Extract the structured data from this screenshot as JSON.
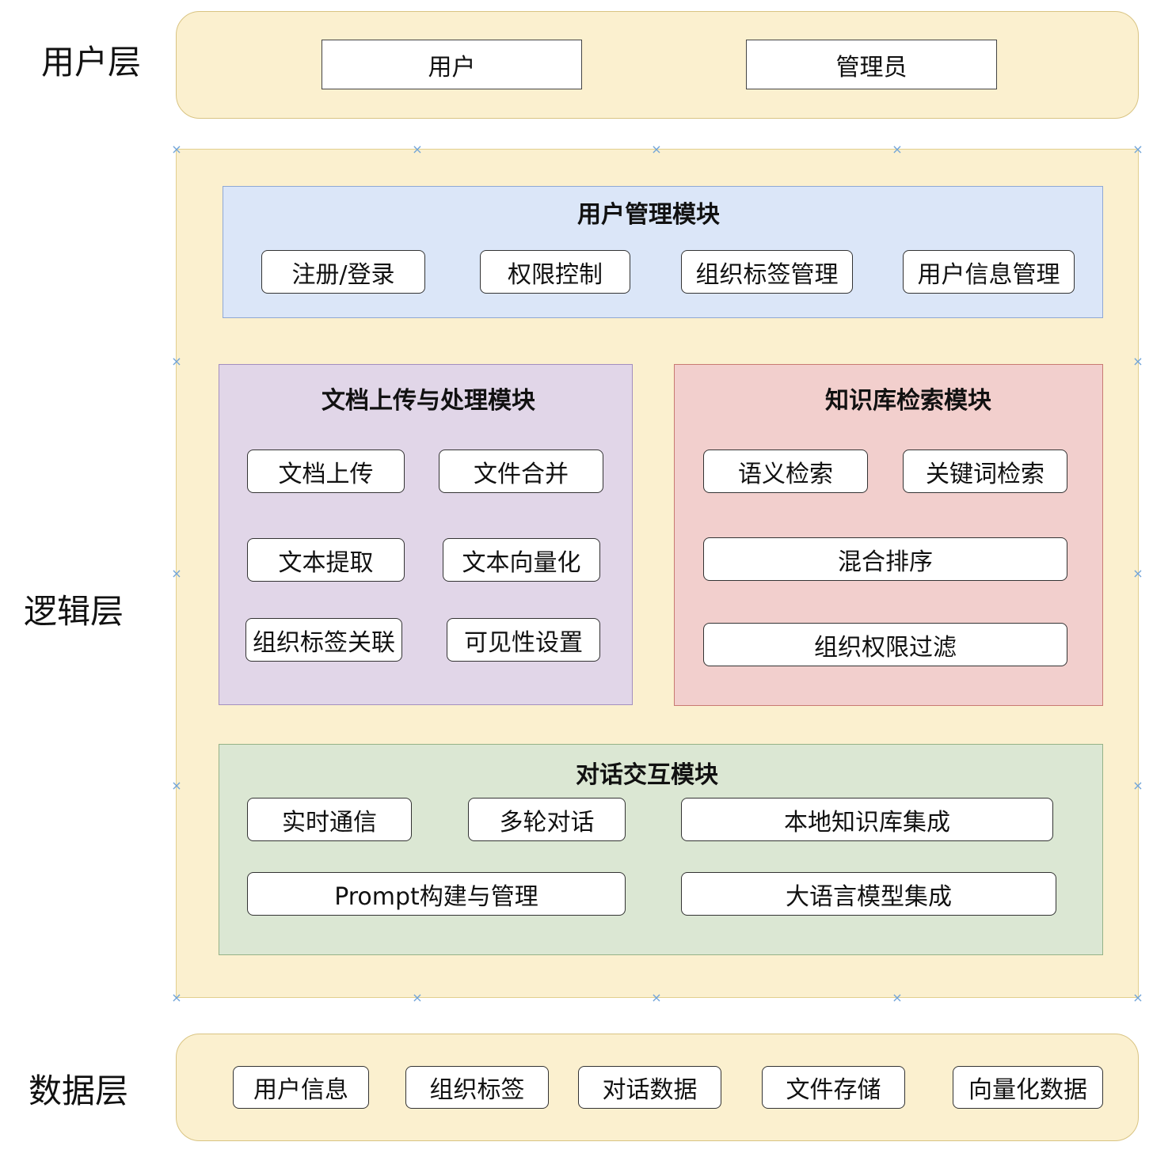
{
  "layers": {
    "user_label": "用户层",
    "logic_label": "逻辑层",
    "data_label": "数据层"
  },
  "user_layer": {
    "items": [
      "用户",
      "管理员"
    ]
  },
  "modules": {
    "user_mgmt": {
      "title": "用户管理模块",
      "items": [
        "注册/登录",
        "权限控制",
        "组织标签管理",
        "用户信息管理"
      ]
    },
    "doc": {
      "title": "文档上传与处理模块",
      "items": [
        "文档上传",
        "文件合并",
        "文本提取",
        "文本向量化",
        "组织标签关联",
        "可见性设置"
      ]
    },
    "kb": {
      "title": "知识库检索模块",
      "items": [
        "语义检索",
        "关键词检索",
        "混合排序",
        "组织权限过滤"
      ]
    },
    "chat": {
      "title": "对话交互模块",
      "items": [
        "实时通信",
        "多轮对话",
        "本地知识库集成",
        "Prompt构建与管理",
        "大语言模型集成"
      ]
    }
  },
  "data_layer": {
    "items": [
      "用户信息",
      "组织标签",
      "对话数据",
      "文件存储",
      "向量化数据"
    ]
  },
  "colors": {
    "band": "#fbf0cf",
    "user_module": "#dbe6f8",
    "doc_module": "#e1d6e8",
    "kb_module": "#f2cfcd",
    "chat_module": "#dbe7d3",
    "selection_handle": "#6fa3d8"
  },
  "icons": {
    "selection_handle": "x-handle-icon"
  }
}
